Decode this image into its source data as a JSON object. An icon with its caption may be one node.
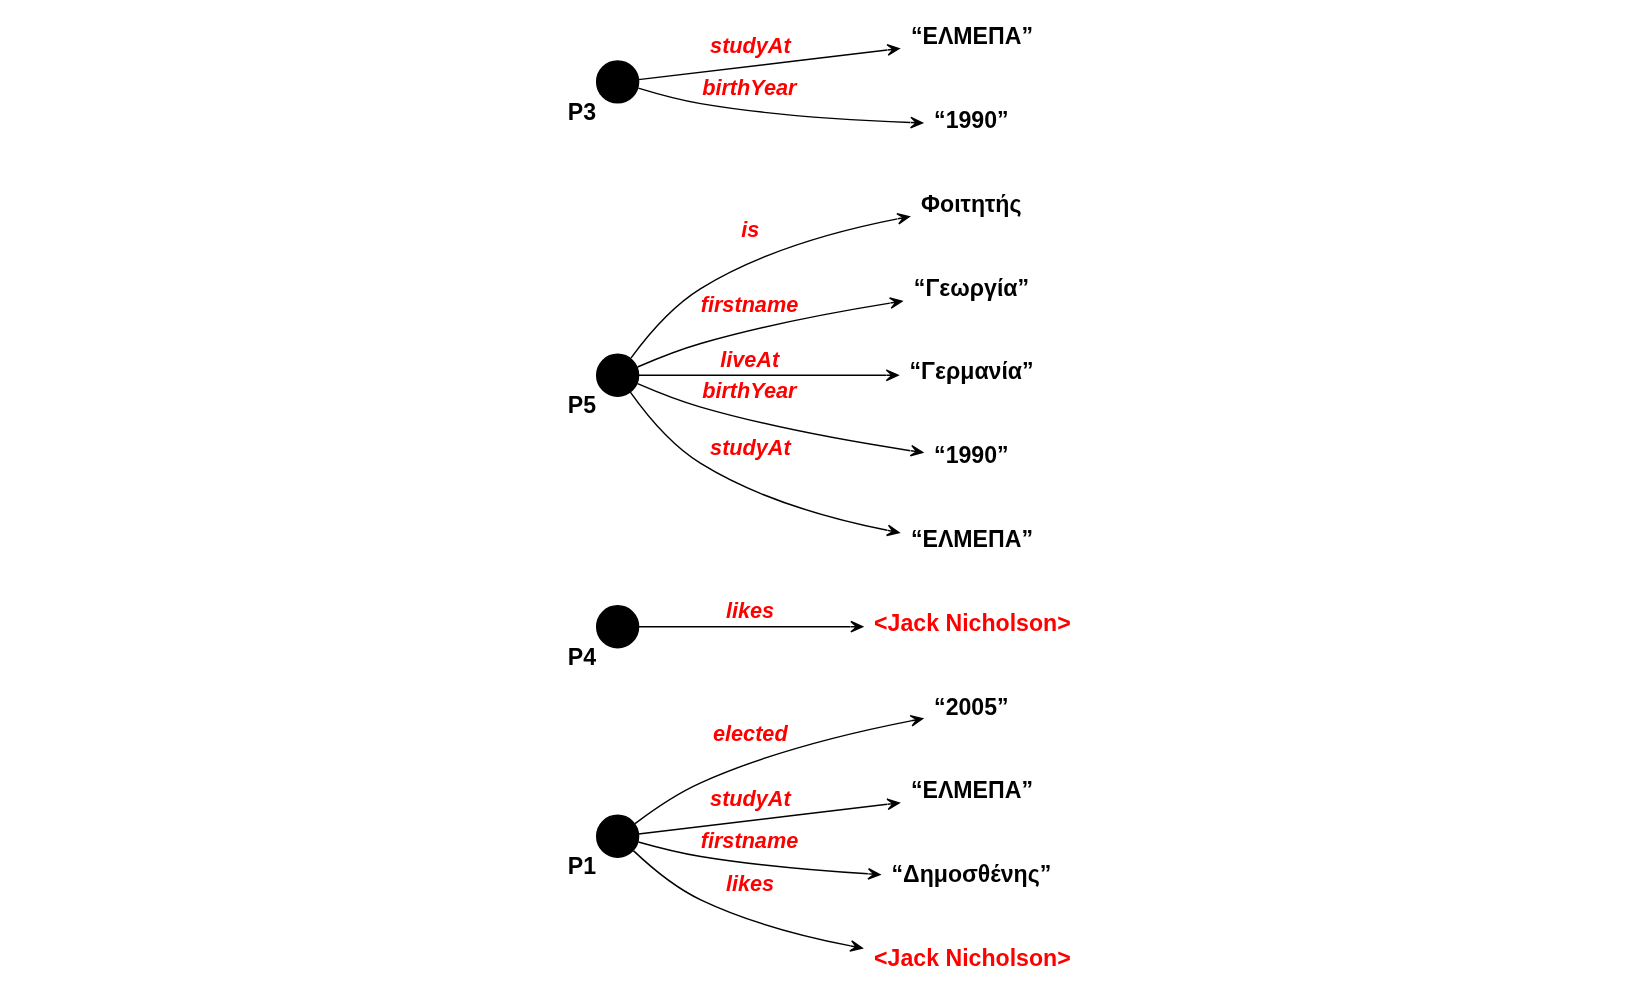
{
  "diagram": {
    "nodes": [
      {
        "text": [],
        "shape": "circle",
        "beside": [
          "P1"
        ]
      },
      {
        "text": [
          "“2005”"
        ]
      },
      {
        "text": [
          "“ΕΛΜΕΠΑ”"
        ]
      },
      {
        "text": [
          "“Δημοσθένης”"
        ]
      },
      {
        "text": [
          "<Jack Nicholson>"
        ]
      },
      {
        "text": [],
        "shape": "circle",
        "beside": [
          "P4"
        ]
      },
      {
        "text": [
          "<Jack Nicholson>"
        ]
      },
      {
        "text": [],
        "shape": "circle",
        "beside": [
          "P5"
        ]
      },
      {
        "text": [
          "Φοιτητής"
        ]
      },
      {
        "text": [
          "“Γεωργία”"
        ]
      },
      {
        "text": [
          "“Γερμανία”"
        ]
      },
      {
        "text": [
          "“1990”"
        ]
      },
      {
        "text": [
          "“ΕΛΜΕΠΑ”"
        ]
      },
      {
        "text": [],
        "shape": "circle",
        "beside": [
          "P3"
        ]
      },
      {
        "text": [
          "“ΕΛΜΕΠΑ”"
        ]
      },
      {
        "text": [
          "“1990”"
        ]
      }
    ],
    "edges": [
      {
        "from": 0,
        "to": 1,
        "arrow": "to",
        "label": "elected"
      },
      {
        "from": 0,
        "to": 2,
        "arrow": "to",
        "label": "studyAt"
      },
      {
        "from": 0,
        "to": 3,
        "arrow": "to",
        "label": "firstname"
      },
      {
        "from": 0,
        "to": 4,
        "arrow": "to",
        "label": "likes"
      },
      {
        "from": 5,
        "to": 6,
        "arrow": "to",
        "label": "likes"
      },
      {
        "from": 7,
        "to": 8,
        "arrow": "to",
        "label": "is"
      },
      {
        "from": 7,
        "to": 9,
        "arrow": "to",
        "label": "firstname"
      },
      {
        "from": 7,
        "to": 10,
        "arrow": "to",
        "label": "liveAt"
      },
      {
        "from": 7,
        "to": 11,
        "arrow": "to",
        "label": "birthYear"
      },
      {
        "from": 7,
        "to": 12,
        "arrow": "to",
        "label": "studyAt"
      },
      {
        "from": 13,
        "to": 14,
        "arrow": "to",
        "label": "studyAt"
      },
      {
        "from": 13,
        "to": 15,
        "arrow": "to",
        "label": "birthYear"
      }
    ]
  }
}
